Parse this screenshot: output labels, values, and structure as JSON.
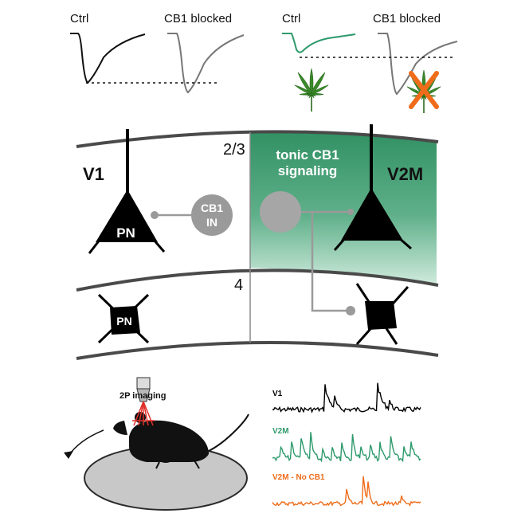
{
  "top_traces": {
    "left_ctrl": "Ctrl",
    "left_cb1_blocked": "CB1 blocked",
    "right_ctrl": "Ctrl",
    "right_cb1_blocked": "CB1 blocked"
  },
  "regions": {
    "v1": "V1",
    "v2m": "V2M",
    "layer_23": "2/3",
    "layer_4": "4",
    "tonic_line1": "tonic CB1",
    "tonic_line2": "signaling"
  },
  "cells": {
    "pn_upper": "PN",
    "pn_lower": "PN",
    "cb1_in_line1": "CB1",
    "cb1_in_line2": "IN"
  },
  "imaging": {
    "label": "2P imaging"
  },
  "activity_traces": [
    {
      "name": "V1",
      "color": "#000000"
    },
    {
      "name": "V2M",
      "color": "#2e9a6c"
    },
    {
      "name": "V2M - No CB1",
      "color": "#ef6c1a"
    }
  ],
  "colors": {
    "green": "#2e9a6c",
    "orange": "#ef6c1a",
    "gray": "#9a9a9a",
    "laser_red": "#e0302a"
  }
}
